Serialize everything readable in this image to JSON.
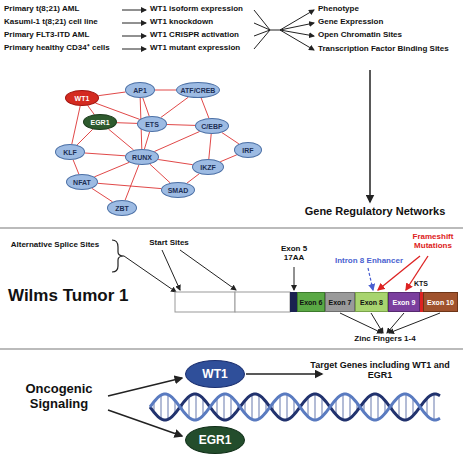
{
  "diagram": {
    "nodes": [
      {
        "text": [
          "WT1"
        ]
      },
      {
        "text": [
          "AP1"
        ]
      },
      {
        "text": [
          "ATF/CREB"
        ]
      },
      {
        "text": [
          "EGR1"
        ]
      },
      {
        "text": [
          "ETS"
        ]
      },
      {
        "text": [
          "C/EBP"
        ]
      },
      {
        "text": [
          "IRF"
        ]
      },
      {
        "text": [
          "KLF"
        ]
      },
      {
        "text": [
          "RUNX"
        ]
      },
      {
        "text": [
          "IKZF"
        ]
      },
      {
        "text": [
          "NFAT"
        ]
      },
      {
        "text": [
          "SMAD"
        ]
      },
      {
        "text": [
          "ZBT"
        ]
      },
      {
        "text": [
          "Exon 6"
        ]
      },
      {
        "text": [
          "Exon 7"
        ]
      },
      {
        "text": [
          "Exon 8"
        ]
      },
      {
        "text": [
          "Exon 9"
        ]
      },
      {
        "text": [
          "Exon 10"
        ]
      },
      {
        "text": [
          "WT1"
        ]
      },
      {
        "text": [
          "EGR1"
        ]
      }
    ],
    "edges": [
      {
        "from": 0,
        "to": 1,
        "arrow": "none"
      },
      {
        "from": 0,
        "to": 3,
        "arrow": "none"
      },
      {
        "from": 0,
        "to": 4,
        "arrow": "none"
      },
      {
        "from": 0,
        "to": 7,
        "arrow": "none"
      },
      {
        "from": 1,
        "to": 2,
        "arrow": "none"
      },
      {
        "from": 1,
        "to": 4,
        "arrow": "none"
      },
      {
        "from": 1,
        "to": 8,
        "arrow": "none"
      },
      {
        "from": 2,
        "to": 5,
        "arrow": "none"
      },
      {
        "from": 2,
        "to": 4,
        "arrow": "none"
      },
      {
        "from": 4,
        "to": 5,
        "arrow": "none"
      },
      {
        "from": 4,
        "to": 8,
        "arrow": "none"
      },
      {
        "from": 5,
        "to": 6,
        "arrow": "none"
      },
      {
        "from": 5,
        "to": 8,
        "arrow": "none"
      },
      {
        "from": 5,
        "to": 9,
        "arrow": "none"
      },
      {
        "from": 3,
        "to": 7,
        "arrow": "none"
      },
      {
        "from": 3,
        "to": 8,
        "arrow": "none"
      },
      {
        "from": 3,
        "to": 4,
        "arrow": "none"
      },
      {
        "from": 7,
        "to": 8,
        "arrow": "none"
      },
      {
        "from": 7,
        "to": 10,
        "arrow": "none"
      },
      {
        "from": 8,
        "to": 10,
        "arrow": "none"
      },
      {
        "from": 8,
        "to": 11,
        "arrow": "none"
      },
      {
        "from": 8,
        "to": 12,
        "arrow": "none"
      },
      {
        "from": 8,
        "to": 9,
        "arrow": "none"
      },
      {
        "from": 10,
        "to": 12,
        "arrow": "none"
      },
      {
        "from": 11,
        "to": 9,
        "arrow": "none"
      },
      {
        "from": 10,
        "to": 11,
        "arrow": "none"
      },
      {
        "from": 6,
        "to": 9,
        "arrow": "none"
      }
    ],
    "labels": [
      "Primary t(8;21) AML",
      "Kasumi-1 t(8;21) cell line",
      "Primary FLT3-ITD AML",
      "Primary healthy CD34⁺ cells",
      "WT1 isoform expression",
      "WT1 knockdown",
      "WT1 CRISPR activation",
      "WT1 mutant expression",
      "Phenotype",
      "Gene Expression",
      "Open Chromatin Sites",
      "Transcription Factor Binding Sites",
      "Gene Regulatory Networks",
      "Alternative Splice Sites",
      "Start Sites",
      "Exon 5 17AA",
      "Intron 8 Enhancer",
      "Frameshift Mutations",
      "KTS",
      "Wilms Tumor 1",
      "Zinc Fingers 1-4",
      "Oncogenic Signaling",
      "Target Genes including WT1 and EGR1"
    ]
  }
}
